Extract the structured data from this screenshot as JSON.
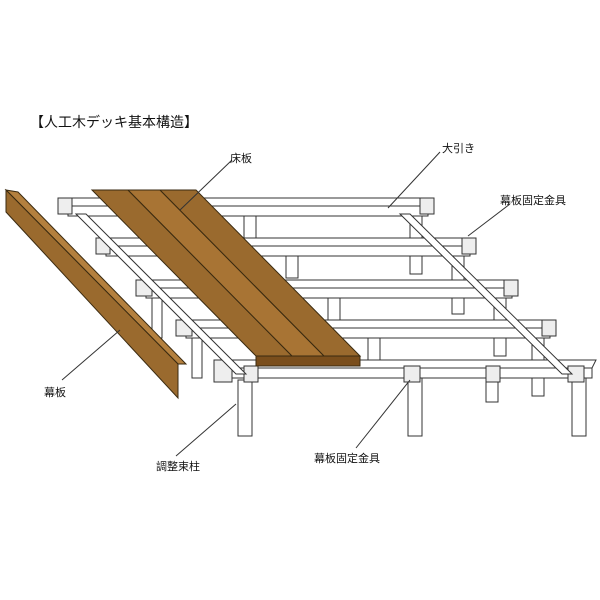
{
  "title": "【人工木デッキ基本構造】",
  "labels": {
    "floorboard": "床板",
    "beam": "大引き",
    "fascia_fitting_top": "幕板固定金具",
    "fascia": "幕板",
    "adjustable_post": "調整束柱",
    "fascia_fitting_bottom": "幕板固定金具"
  },
  "colors": {
    "wood": "#9a6a2e",
    "wood_dark": "#7a4e1c",
    "wood_light": "#b4803e",
    "frame": "#ffffff",
    "stroke": "#333333"
  }
}
